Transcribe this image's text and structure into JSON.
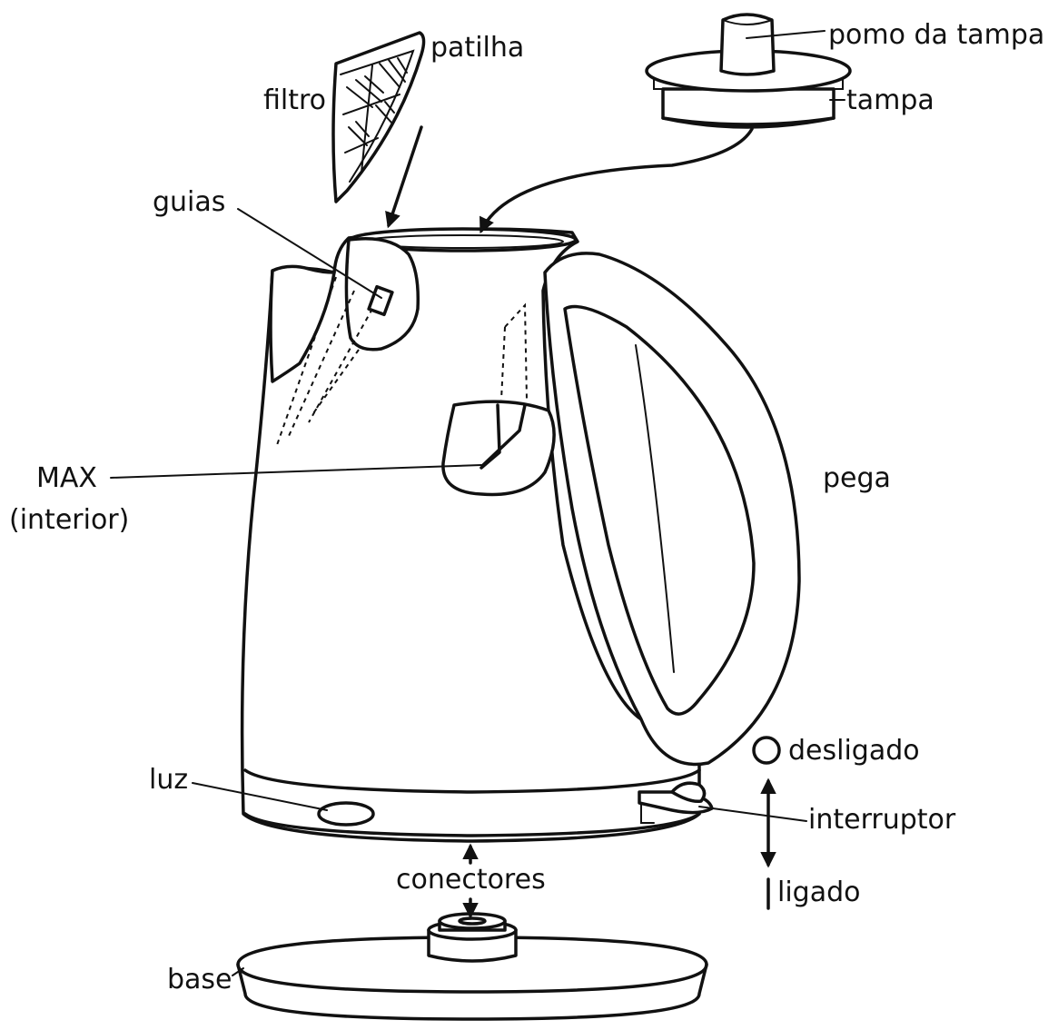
{
  "labels": {
    "patilha": "patilha",
    "filtro": "filtro",
    "pomo_da_tampa": "pomo da tampa",
    "tampa": "tampa",
    "guias": "guias",
    "max_line1": "MAX",
    "max_line2": "(interior)",
    "pega": "pega",
    "desligado": "desligado",
    "luz": "luz",
    "interruptor": "interruptor",
    "conectores": "conectores",
    "ligado": "ligado",
    "base": "base"
  },
  "icons": {
    "off_symbol": "circle-icon",
    "on_symbol": "vertical-bar-icon"
  },
  "colors": {
    "ink": "#111111",
    "background": "#ffffff"
  }
}
